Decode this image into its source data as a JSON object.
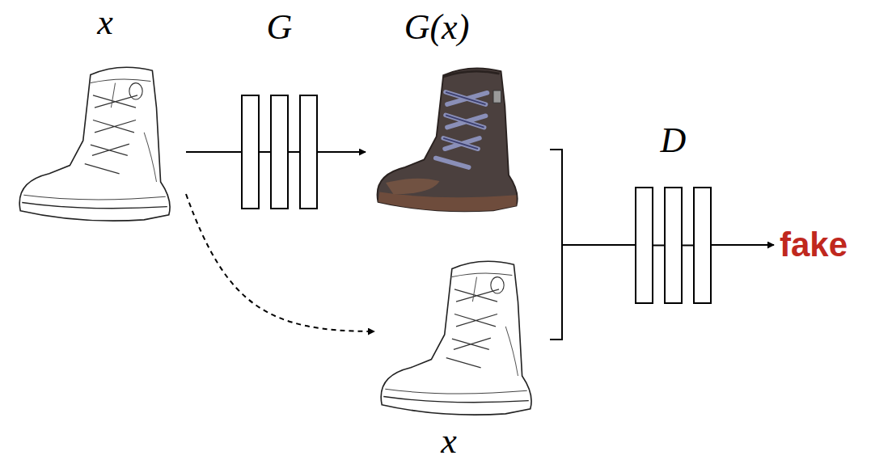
{
  "diagram": {
    "nodes": [
      {
        "text": [
          "x"
        ]
      },
      {
        "text": [
          "G"
        ]
      },
      {
        "text": [
          "G(x)"
        ]
      },
      {
        "text": [
          "x"
        ]
      },
      {
        "text": [
          "D"
        ]
      }
    ],
    "edges": [
      {
        "from": 0,
        "to": 1,
        "arrow": "none"
      },
      {
        "from": 1,
        "to": 2,
        "arrow": "to"
      },
      {
        "from": 0,
        "to": 3,
        "arrow": "to"
      },
      {
        "from": 2,
        "to": 4,
        "arrow": "none"
      },
      {
        "from": 3,
        "to": 4,
        "arrow": "none"
      }
    ],
    "labels": [
      "fake"
    ]
  }
}
